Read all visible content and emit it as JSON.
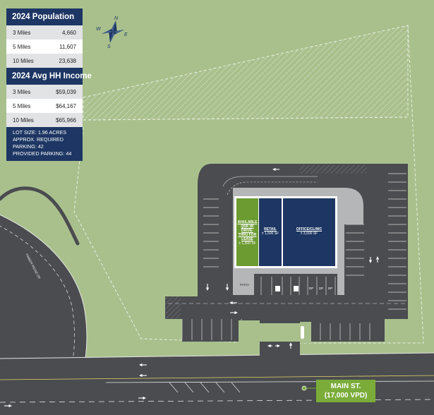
{
  "population": {
    "title": "2024 Population",
    "rows": [
      {
        "label": "3 Miles",
        "value": "4,660"
      },
      {
        "label": "5 Miles",
        "value": "11,607"
      },
      {
        "label": "10 Miles",
        "value": "23,638"
      }
    ]
  },
  "income": {
    "title": "2024 Avg HH Income",
    "rows": [
      {
        "label": "3 Miles",
        "value": "$59,039"
      },
      {
        "label": "5 Miles",
        "value": "$64,167"
      },
      {
        "label": "10 Miles",
        "value": "$65,966"
      }
    ]
  },
  "lot": {
    "line1": "LOT SIZE: 1.96 ACRES",
    "line2": "APPROX. REQUIRED",
    "line3": "PARKING: 42",
    "line4": "PROVIDED PARKING: 44"
  },
  "compass": {
    "n": "N",
    "e": "E",
    "s": "S",
    "w": "W"
  },
  "buildings": {
    "qsr": {
      "title": "AVAILABLE QSR W/ DRIVE-THRU FOR LEASE",
      "size": "± 1,500 SF",
      "color": "#6c9b32"
    },
    "retail": {
      "title": "RETAIL",
      "size": "± 1,500 SF",
      "color": "#1d3663"
    },
    "office": {
      "title": "OFFICE/CLINIC",
      "size": "± 3,500 SF",
      "color": "#1d3663"
    }
  },
  "site_labels": {
    "patio": "PATIO",
    "dp": "DP",
    "timber_ridge": "TIMBER RIDGE DR"
  },
  "main_street": {
    "name": "MAIN ST.",
    "traffic": "(17,000 VPD)",
    "color": "#7bac3a"
  },
  "colors": {
    "grass": "#a9c08d",
    "asphalt": "#4a4c4f",
    "navy": "#1d3663",
    "green": "#7bac3a"
  },
  "icons": [
    "compass-rose-icon",
    "arrow-left-icon",
    "arrow-right-icon",
    "arrow-down-icon",
    "arrow-up-icon",
    "accessible-parking-icon",
    "map-pin-icon"
  ]
}
